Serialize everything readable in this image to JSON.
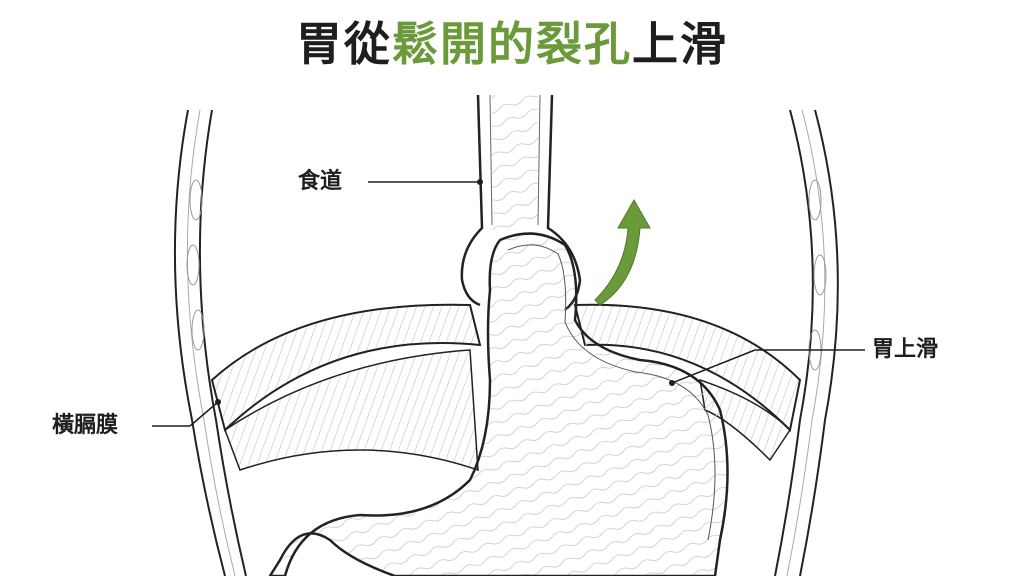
{
  "title": {
    "part1": "胃從",
    "part2": "鬆開的裂孔",
    "part3": "上滑",
    "highlight_color": "#6a9a3a",
    "text_color": "#1e1e1e"
  },
  "labels": {
    "esophagus": "食道",
    "stomach_slide": "胃上滑",
    "diaphragm": "橫膈膜"
  },
  "arrow_color": "#6a9a3a"
}
